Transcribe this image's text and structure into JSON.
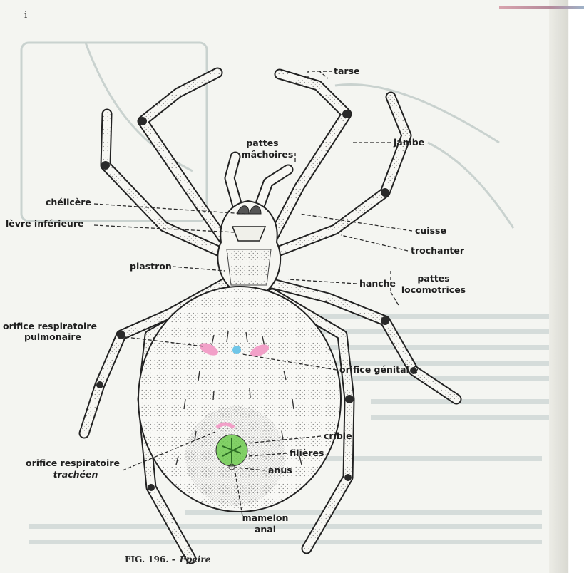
{
  "page_mark": "i",
  "labels": {
    "tarse": "tarse",
    "jambe": "jambe",
    "pattes_machoires_1": "pattes",
    "pattes_machoires_2": "mâchoires",
    "chelicere": "chélicère",
    "levre_inferieure": "lèvre inférieure",
    "cuisse": "cuisse",
    "trochanter": "trochanter",
    "plastron": "plastron",
    "hanche": "hanche",
    "pattes_locomotrices_1": "pattes",
    "pattes_locomotrices_2": "locomotrices",
    "orifice_respiratoire_pulmonaire_1": "orifice respiratoire",
    "orifice_respiratoire_pulmonaire_2": "pulmonaire",
    "orifice_genital": "orifice génital ♀",
    "crible": "crible",
    "filieres": "filières",
    "anus": "anus",
    "orifice_respiratoire_tracheen_1": "orifice respiratoire",
    "orifice_respiratoire_tracheen_2": "trachéen",
    "mamelon_anal_1": "mamelon",
    "mamelon_anal_2": "anal"
  },
  "caption": {
    "fig": "FIG. 196. -",
    "title": "Épeire"
  },
  "colors": {
    "pulmonary_marks": "#f2a0c8",
    "genital_mark": "#6fc6e8",
    "spinnerets": "#6ecb4f",
    "ink": "#1f1f1f",
    "paper": "#f4f5f1"
  }
}
